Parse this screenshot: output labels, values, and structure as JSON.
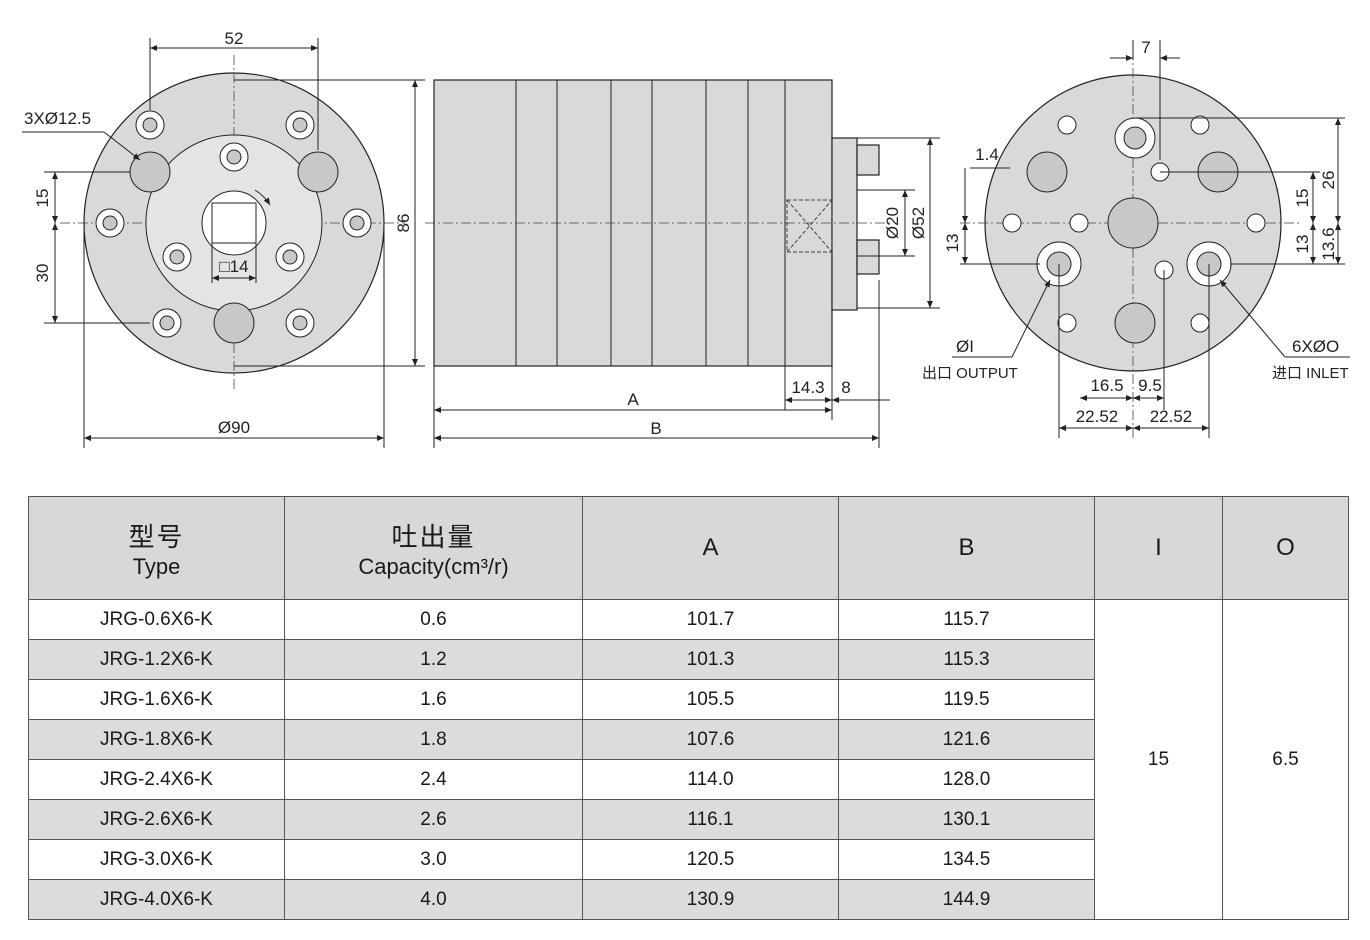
{
  "drawing": {
    "front_view": {
      "dim_top": "52",
      "hole_callout": "3XØ12.5",
      "dim_left_upper": "15",
      "dim_left_lower": "30",
      "dim_shaft": "□14",
      "dim_height": "86",
      "dim_diameter": "Ø90"
    },
    "side_view": {
      "dim_a": "A",
      "dim_b": "B",
      "dim_flange": "14.3",
      "dim_shaft_len": "8",
      "dim_d20": "Ø20",
      "dim_d52": "Ø52"
    },
    "rear_view": {
      "dim_top": "7",
      "dim_1_4": "1.4",
      "dim_13_left": "13",
      "dim_26": "26",
      "dim_15": "15",
      "dim_13_right": "13",
      "dim_13_6": "13.6",
      "dim_16_5": "16.5",
      "dim_9_5": "9.5",
      "dim_22_52_left": "22.52",
      "dim_22_52_right": "22.52",
      "outlet_symbol": "ØI",
      "outlet_label": "出口 OUTPUT",
      "inlet_symbol": "6XØO",
      "inlet_label": "进口 INLET"
    }
  },
  "table": {
    "headers": {
      "type_zh": "型号",
      "type_en": "Type",
      "capacity_zh": "吐出量",
      "capacity_en": "Capacity(cm³/r)",
      "a": "A",
      "b": "B",
      "i": "I",
      "o": "O"
    },
    "rows": [
      {
        "type": "JRG-0.6X6-K",
        "capacity": "0.6",
        "a": "101.7",
        "b": "115.7"
      },
      {
        "type": "JRG-1.2X6-K",
        "capacity": "1.2",
        "a": "101.3",
        "b": "115.3"
      },
      {
        "type": "JRG-1.6X6-K",
        "capacity": "1.6",
        "a": "105.5",
        "b": "119.5"
      },
      {
        "type": "JRG-1.8X6-K",
        "capacity": "1.8",
        "a": "107.6",
        "b": "121.6"
      },
      {
        "type": "JRG-2.4X6-K",
        "capacity": "2.4",
        "a": "114.0",
        "b": "128.0"
      },
      {
        "type": "JRG-2.6X6-K",
        "capacity": "2.6",
        "a": "116.1",
        "b": "130.1"
      },
      {
        "type": "JRG-3.0X6-K",
        "capacity": "3.0",
        "a": "120.5",
        "b": "134.5"
      },
      {
        "type": "JRG-4.0X6-K",
        "capacity": "4.0",
        "a": "130.9",
        "b": "144.9"
      }
    ],
    "i_value": "15",
    "o_value": "6.5"
  }
}
